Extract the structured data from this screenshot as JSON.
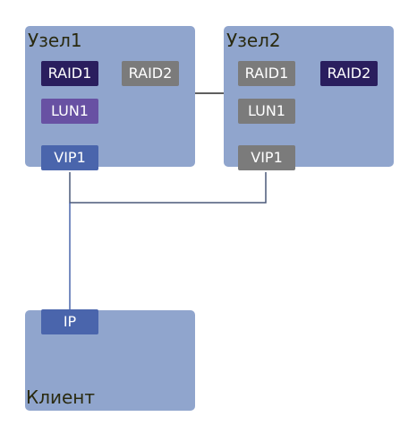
{
  "nodes": {
    "node1": {
      "title": "Узел1",
      "raid1": "RAID1",
      "raid2": "RAID2",
      "lun1": "LUN1",
      "vip1": "VIP1"
    },
    "node2": {
      "title": "Узел2",
      "raid1": "RAID1",
      "raid2": "RAID2",
      "lun1": "LUN1",
      "vip1": "VIP1"
    },
    "client": {
      "title": "Клиент",
      "ip": "IP"
    }
  },
  "colors": {
    "node_fill": "#90a5cd",
    "raid_active": "#2a1e5e",
    "inactive": "#7b7b7b",
    "lun_active": "#6851a3",
    "vip_active": "#4a65ac",
    "link_line": "#4a5878",
    "client_link": "#4a65ac"
  }
}
